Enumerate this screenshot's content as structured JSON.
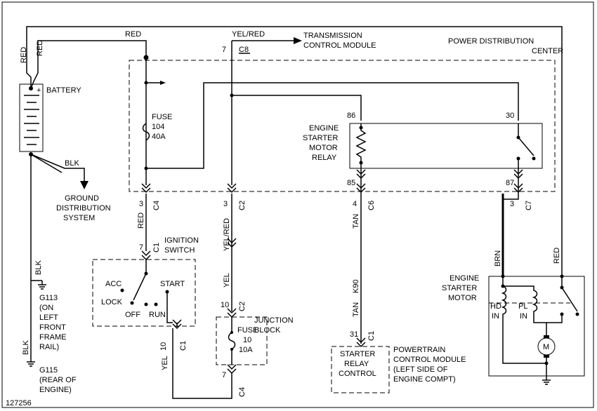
{
  "figure_id": "127256",
  "wires": {
    "red_top": "RED",
    "red_left": "RED",
    "red_left2": "RED",
    "yel_red_top": "YEL/RED",
    "blk": "BLK",
    "blk_g113": "BLK",
    "blk_g115": "BLK",
    "red_ign": "RED",
    "yel_red_mid": "YEL/RED",
    "yel_mid": "YEL",
    "yel_bottom": "YEL",
    "tan_upper": "TAN",
    "tan_lower": "TAN",
    "k90": "K90",
    "brn": "BRN",
    "red_motor": "RED"
  },
  "connectors": {
    "c8_pin": "7",
    "c8": "C8",
    "c4_pin_top": "3",
    "c4_top": "C4",
    "c2_pin_top": "3",
    "c2_top": "C2",
    "c6_pin": "4",
    "c6": "C6",
    "c7_pin": "3",
    "c7": "C7",
    "c1_ign_pin": "7",
    "c1_ign": "C1",
    "c1_out_pin": "10",
    "c1_out": "C1",
    "c2_jb_pin": "10",
    "c2_jb": "C2",
    "c4_jb_pin": "7",
    "c4_jb": "C4",
    "c1_pcm_pin": "31",
    "c1_pcm": "C1",
    "relay_86": "86",
    "relay_85": "85",
    "relay_30": "30",
    "relay_87": "87"
  },
  "components": {
    "tcm_line1": "TRANSMISSION",
    "tcm_line2": "CONTROL MODULE",
    "pdc_line1": "POWER DISTRIBUTION",
    "pdc_line2": "CENTER",
    "battery": "BATTERY",
    "fuse104_line1": "FUSE",
    "fuse104_line2": "104",
    "fuse104_line3": "40A",
    "relay_line1": "ENGINE",
    "relay_line2": "STARTER",
    "relay_line3": "MOTOR",
    "relay_line4": "RELAY",
    "gnd_line1": "GROUND",
    "gnd_line2": "DISTRIBUTION",
    "gnd_line3": "SYSTEM",
    "ign_line1": "IGNITION",
    "ign_line2": "SWITCH",
    "acc": "ACC",
    "lock": "LOCK",
    "off": "OFF",
    "run": "RUN",
    "start": "START",
    "g113_line1": "G113",
    "g113_line2": "(ON",
    "g113_line3": "LEFT",
    "g113_line4": "FRONT",
    "g113_line5": "FRAME",
    "g113_line6": "RAIL)",
    "g115_line1": "G115",
    "g115_line2": "(REAR OF",
    "g115_line3": "ENGINE)",
    "jb_line1": "JUNCTION",
    "jb_line2": "BLOCK",
    "fuse10_line1": "FUSE",
    "fuse10_line2": "10",
    "fuse10_line3": "10A",
    "src_line1": "STARTER",
    "src_line2": "RELAY",
    "src_line3": "CONTROL",
    "pcm_line1": "POWERTRAIN",
    "pcm_line2": "CONTROL MODULE",
    "pcm_line3": "(LEFT SIDE OF",
    "pcm_line4": "ENGINE COMPT)",
    "motor_line1": "ENGINE",
    "motor_line2": "STARTER",
    "motor_line3": "MOTOR",
    "hd_line1": "HD",
    "hd_line2": "IN",
    "pl_line1": "PL",
    "pl_line2": "IN",
    "m": "M"
  }
}
